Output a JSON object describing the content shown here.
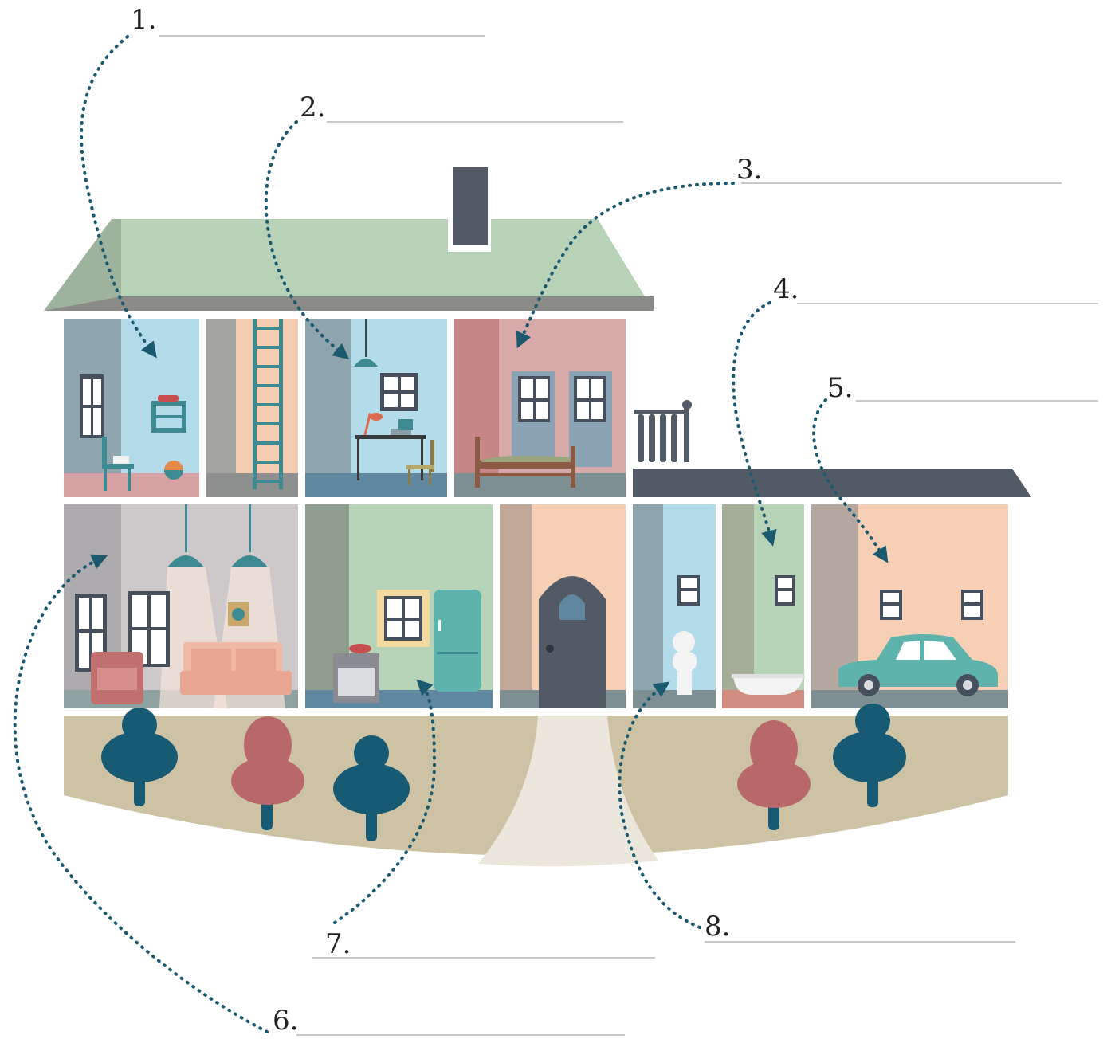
{
  "labels": [
    {
      "number": "1."
    },
    {
      "number": "2."
    },
    {
      "number": "3."
    },
    {
      "number": "4."
    },
    {
      "number": "5."
    },
    {
      "number": "6."
    },
    {
      "number": "7."
    },
    {
      "number": "8."
    }
  ],
  "colors": {
    "roof": "#b8d2b8",
    "roof_side": "#9db39d",
    "chimney": "#525a66",
    "arrow": "#1b5a6e",
    "tree_blue": "#175a74",
    "tree_red": "#b9686a",
    "ground": "#cdc2a4",
    "path": "#ece7dd",
    "balcony": "#525a66",
    "blank_line": "#c8c8c8"
  }
}
